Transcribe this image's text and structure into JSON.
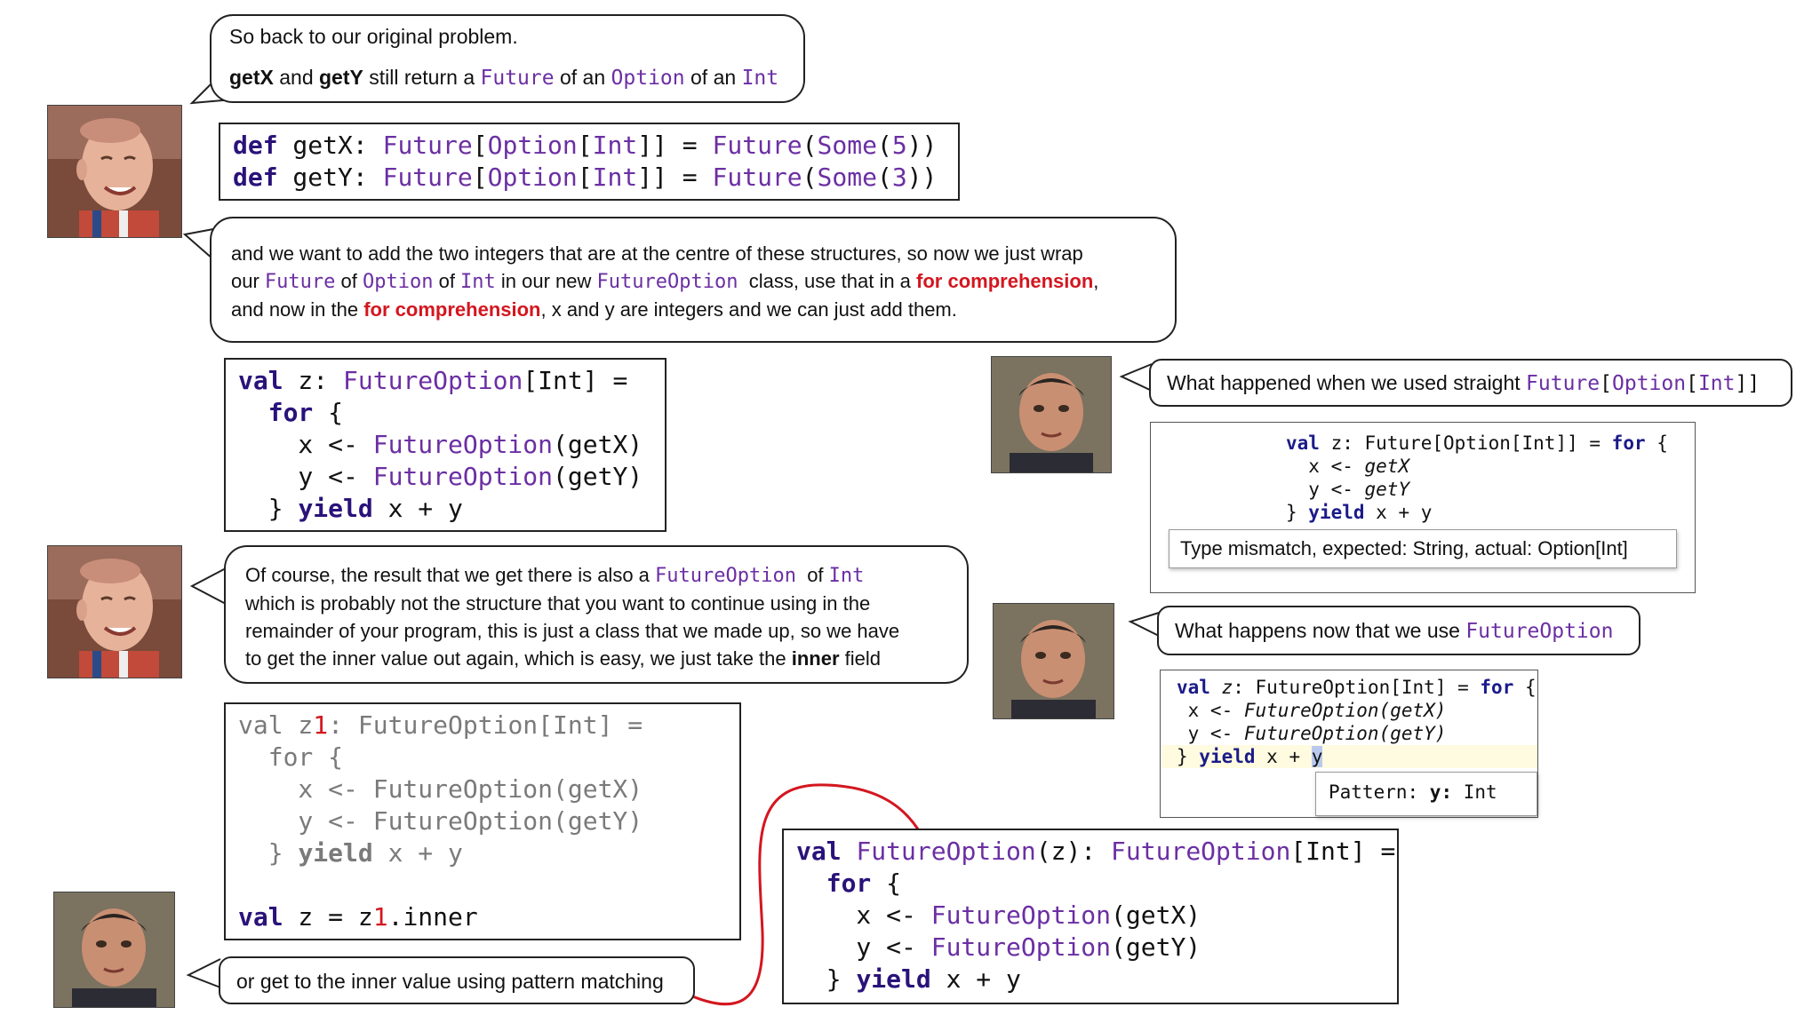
{
  "bubbles": {
    "b1": {
      "line1": "So back to our original problem.",
      "line2_a": "getX",
      "line2_b": " and ",
      "line2_c": "getY",
      "line2_d": " still return a ",
      "line2_e": "Future",
      "line2_f": " of an ",
      "line2_g": "Option",
      "line2_h": " of an ",
      "line2_i": "Int"
    },
    "b2": {
      "l1": "and we want to add the two integers that are at the centre of these structures, so now we just wrap",
      "l2_a": "our ",
      "l2_b": "Future",
      "l2_c": " of ",
      "l2_d": "Option",
      "l2_e": " of ",
      "l2_f": "Int",
      "l2_g": " in our new ",
      "l2_h": "FutureOption",
      "l2_i": "  class, use that in a ",
      "l2_j": "for comprehension",
      "l2_k": ",",
      "l3_a": "and now in the ",
      "l3_b": "for comprehension",
      "l3_c": ", x and y are integers and we can just add them."
    },
    "b3": {
      "l1_a": "Of course, the result that we get there is also a ",
      "l1_b": "FutureOption",
      "l1_c": "  of ",
      "l1_d": "Int",
      "l2": "which is probably not the structure that you want to continue using in the",
      "l3": "remainder of your program, this is just a class that we made up, so we have",
      "l4_a": "to get the inner value out again, which is easy, we just take the ",
      "l4_b": "inner",
      "l4_c": " field"
    },
    "b4": {
      "a": "What happened when we used straight ",
      "b": "Future",
      "c": "[",
      "d": "Option",
      "e": "[",
      "f": "Int",
      "g": "]]"
    },
    "b5": {
      "a": "What happens now that we use ",
      "b": "FutureOption"
    },
    "b6": {
      "text": "or get to the inner value using pattern matching"
    }
  },
  "code1": {
    "def": "def",
    "l1_name": " getX: ",
    "l2_name": " getY: ",
    "future": "Future",
    "lb": "[",
    "option": "Option",
    "int": "Int",
    "rb2": "]]",
    "eq": " = ",
    "some": "Some",
    "lp": "(",
    "v1": "5",
    "v2": "3",
    "rp2": "))"
  },
  "code2": {
    "val": "val",
    "z": " z: ",
    "fo": "FutureOption",
    "int_eq": "[Int] =",
    "indent_for": "  ",
    "for": "for",
    "brace": " {",
    "x_lhs": "    x <- ",
    "y_lhs": "    y <- ",
    "getx": "(getX)",
    "gety": "(getY)",
    "close": "  } ",
    "yield": "yield",
    "sum": " x + y"
  },
  "code3": {
    "l1_a": "val z",
    "l1_b": "1",
    "l1_c": ": FutureOption[Int] =",
    "l2": "  for {",
    "l3": "    x <- FutureOption(getX)",
    "l4": "    y <- FutureOption(getY)",
    "l5_a": "  } ",
    "l5_b": "yield",
    "l5_c": " x + y",
    "l7_a": "val",
    "l7_b": " z = z",
    "l7_c": "1",
    "l7_d": ".inner"
  },
  "code4": {
    "val": "val",
    "fo": "FutureOption",
    "zpat": "(z): ",
    "int_eq": "[Int] =",
    "for": "for",
    "brace": " {",
    "x_lhs": "    x <- ",
    "y_lhs": "    y <- ",
    "getx": "(getX)",
    "gety": "(getY)",
    "close": "  } ",
    "yield": "yield",
    "sum": " x + y"
  },
  "ide1": {
    "l1_a": "val",
    "l1_b": " z: Future[Option[Int]] = ",
    "l1_c": "for",
    "l1_d": " {",
    "l2_a": "  x <- ",
    "l2_b": "getX",
    "l3_a": "  y <- ",
    "l3_b": "getY",
    "l4_a": "} ",
    "l4_b": "yield",
    "l4_c": " x + y",
    "tooltip": "Type mismatch, expected: String, actual: Option[Int]"
  },
  "ide2": {
    "l1_a": "val",
    "l1_b": "z",
    "l1_c": ": FutureOption[Int] = ",
    "l1_d": "for",
    "l1_e": " {",
    "l2_a": " x <- ",
    "l2_b": "FutureOption(getX)",
    "l3_a": " y <- ",
    "l3_b": "FutureOption(getY)",
    "l4_a": "} ",
    "l4_b": "yield",
    "l4_c": " x + ",
    "l4_d": "y",
    "tip_a": "Pattern: ",
    "tip_b": "y:",
    "tip_c": " Int"
  },
  "colors": {
    "keyword": "#2a127a",
    "type": "#6b2fa3",
    "highlight": "#d4161f"
  },
  "icons": {
    "person_a": "avatar-presenter-bald",
    "person_b": "avatar-presenter-dark-hair"
  }
}
